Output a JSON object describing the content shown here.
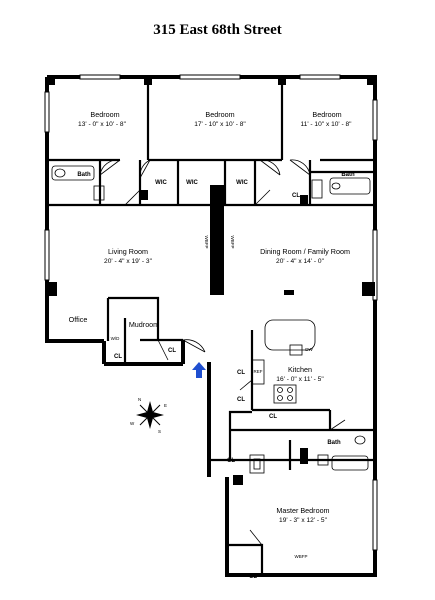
{
  "title": "315 East 68th Street",
  "rooms": {
    "bedroom1": {
      "name": "Bedroom",
      "dims": "13' - 0\" x 10' - 8\""
    },
    "bedroom2": {
      "name": "Bedroom",
      "dims": "17' - 10\" x 10' - 8\""
    },
    "bedroom3": {
      "name": "Bedroom",
      "dims": "11' - 10\" x 10' - 8\""
    },
    "living": {
      "name": "Living Room",
      "dims": "20' - 4\" x 19' - 3\""
    },
    "dining": {
      "name": "Dining Room / Family Room",
      "dims": "20' - 4\" x 14' - 0\""
    },
    "kitchen": {
      "name": "Kitchen",
      "dims": "16' - 0\" x 11' - 5\""
    },
    "master": {
      "name": "Master Bedroom",
      "dims": "19' - 3\" x 12' - 5\""
    },
    "office": {
      "name": "Office"
    },
    "mudroom": {
      "name": "Mudroom"
    }
  },
  "labels": {
    "bath": "Bath",
    "wic": "WIC",
    "cl": "CL",
    "wbfp": "WBFP",
    "dw": "DW",
    "refr": "REF",
    "wd": "W/D"
  },
  "compass": {
    "n": "N",
    "e": "E",
    "s": "S",
    "w": "W"
  },
  "colors": {
    "wall": "#000000",
    "entry_arrow": "#1f4fd0"
  }
}
